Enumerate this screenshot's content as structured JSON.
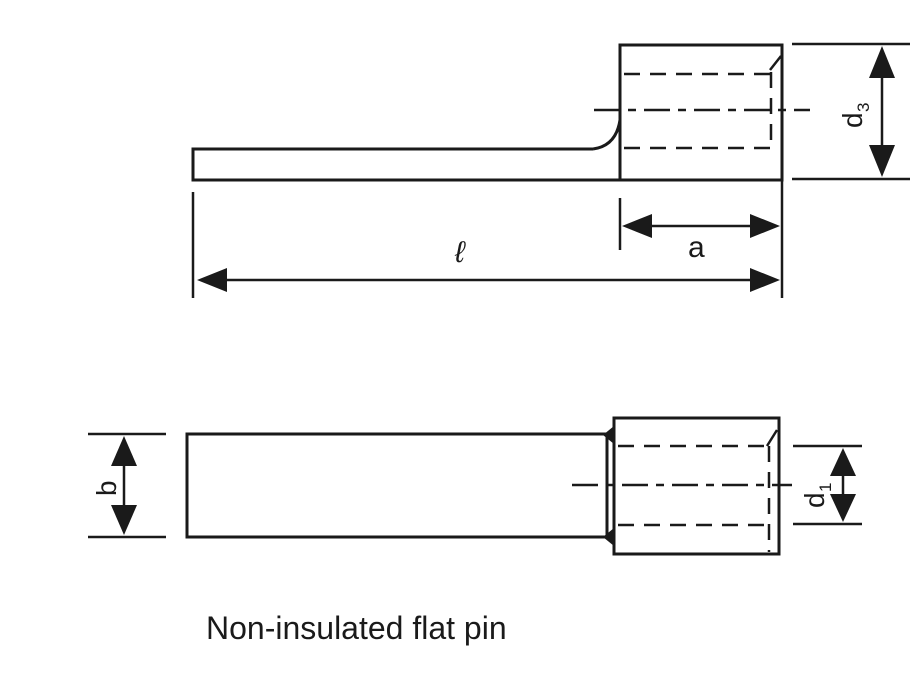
{
  "caption": "Non-insulated flat pin",
  "labels": {
    "length": "ℓ",
    "a": "a",
    "d3_main": "d",
    "d3_sub": "3",
    "b": "b",
    "d1_main": "d",
    "d1_sub": "1"
  },
  "colors": {
    "ink": "#1a1a1a",
    "background": "#ffffff"
  }
}
